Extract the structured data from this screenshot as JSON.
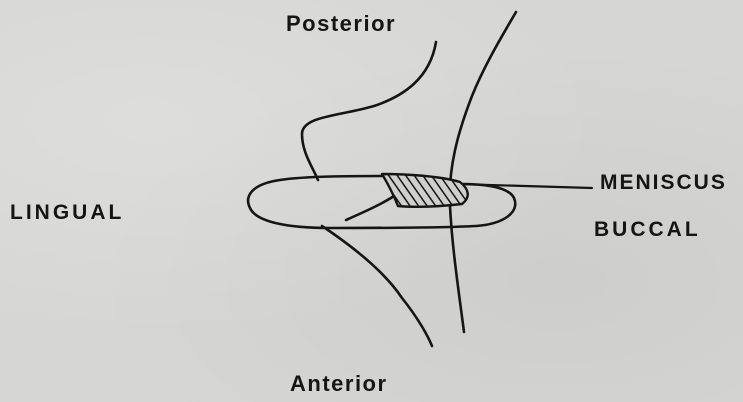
{
  "labels": {
    "posterior": "Posterior",
    "anterior": "Anterior",
    "lingual": "LINGUAL",
    "meniscus": "MENISCUS",
    "buccal": "BUCCAL"
  },
  "colors": {
    "background": "#d6d6d4",
    "ink": "#151515"
  }
}
